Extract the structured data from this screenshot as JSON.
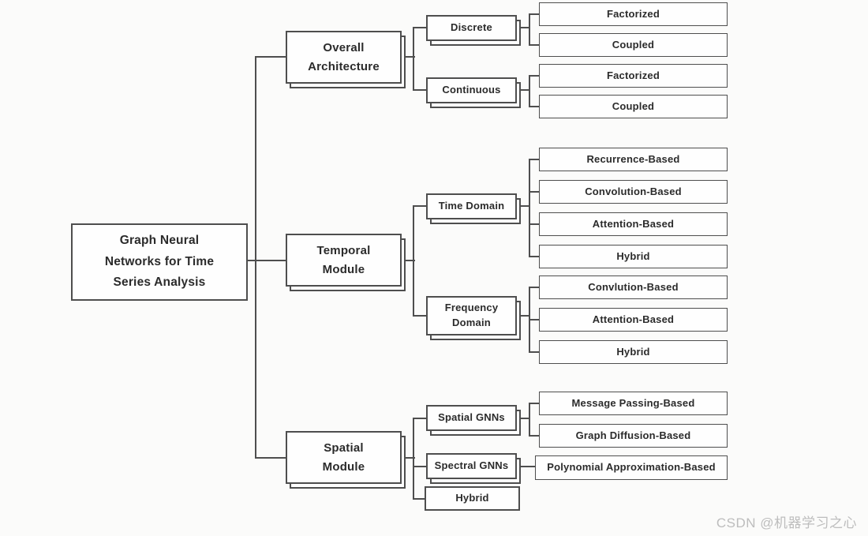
{
  "tree": {
    "root_label": "Graph Neural\nNetworks for Time\nSeries Analysis",
    "branches": [
      {
        "label": "Overall\nArchitecture",
        "children": [
          {
            "label": "Discrete",
            "children": [
              {
                "label": "Factorized"
              },
              {
                "label": "Coupled"
              }
            ]
          },
          {
            "label": "Continuous",
            "children": [
              {
                "label": "Factorized"
              },
              {
                "label": "Coupled"
              }
            ]
          }
        ]
      },
      {
        "label": "Temporal\nModule",
        "children": [
          {
            "label": "Time Domain",
            "children": [
              {
                "label": "Recurrence-Based"
              },
              {
                "label": "Convolution-Based"
              },
              {
                "label": "Attention-Based"
              },
              {
                "label": "Hybrid"
              }
            ]
          },
          {
            "label": "Frequency\nDomain",
            "children": [
              {
                "label": "Convlution-Based"
              },
              {
                "label": "Attention-Based"
              },
              {
                "label": "Hybrid"
              }
            ]
          }
        ]
      },
      {
        "label": "Spatial\nModule",
        "children": [
          {
            "label": "Spatial GNNs",
            "children": [
              {
                "label": "Message Passing-Based"
              },
              {
                "label": "Graph Diffusion-Based"
              }
            ]
          },
          {
            "label": "Spectral GNNs",
            "children": [
              {
                "label": "Polynomial Approximation-Based"
              }
            ]
          },
          {
            "label": "Hybrid",
            "children": []
          }
        ]
      }
    ]
  },
  "watermark": {
    "text": "CSDN @机器学习之心"
  },
  "colors": {
    "background": "#fbfbfa",
    "box-fill": "#fefefe",
    "line": "#4e4e4e",
    "text": "#2b2b2b",
    "watermark": "#bdbdbd"
  }
}
